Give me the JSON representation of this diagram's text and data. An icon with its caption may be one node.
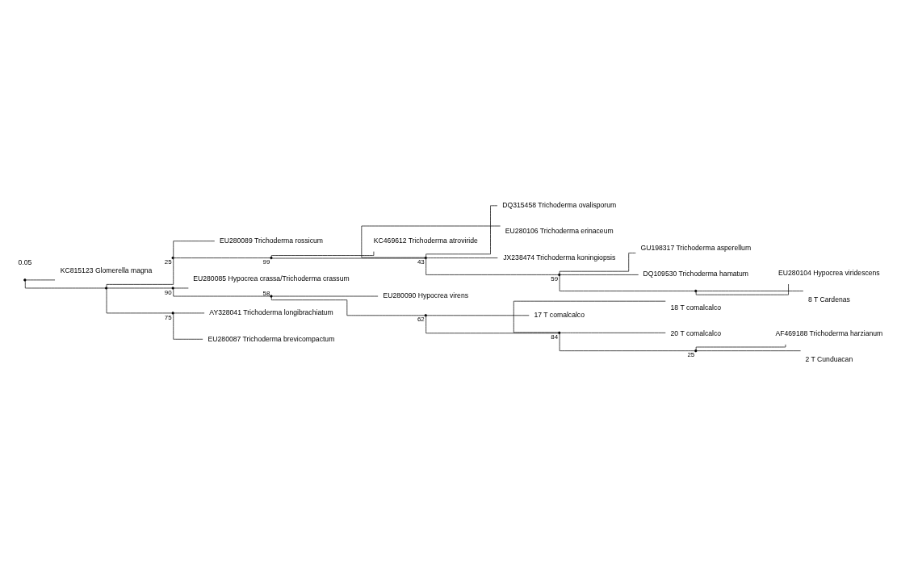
{
  "diagram": {
    "nodes": [
      {
        "text": [
          "DQ315458 Trichoderma ovalisporum"
        ]
      },
      {
        "text": [
          "EU280106 Trichoderma erinaceum"
        ]
      },
      {
        "text": [
          "JX238474 Trichoderma koningiopsis"
        ]
      },
      {
        "text": [
          "GU198317 Trichoderma asperellum"
        ]
      },
      {
        "text": [
          "DQ109530 Trichoderma hamatum"
        ]
      },
      {
        "text": [
          "EU280104 Hypocrea viridescens"
        ]
      },
      {
        "text": [
          "8 T Cardenas"
        ]
      },
      {
        "text": [
          "KC469612 Trichoderma atroviride"
        ]
      },
      {
        "text": [
          "EU280089 Trichoderma rossicum"
        ]
      },
      {
        "text": [
          "EU280085 Hypocrea crassa/Trichoderma crassum"
        ]
      },
      {
        "text": [
          "EU280090 Hypocrea virens"
        ]
      },
      {
        "text": [
          "17 T comalcalco"
        ]
      },
      {
        "text": [
          "AF469188 Trichoderma harzianum"
        ]
      },
      {
        "text": [
          "2 T Cunduacan"
        ]
      },
      {
        "text": [
          "18 T comalcalco"
        ]
      },
      {
        "text": [
          "20 T comalcalco"
        ]
      },
      {
        "text": [
          "AY328041 Trichoderma longibrachiatum"
        ]
      },
      {
        "text": [
          "EU280087 Trichoderma brevicompactum"
        ]
      },
      {
        "text": [
          "KC815123 Glomerella magna"
        ]
      },
      {
        "text": [],
        "shape": "point"
      },
      {
        "text": [],
        "shape": "point"
      },
      {
        "text": [],
        "shape": "point",
        "beside": [
          "25"
        ]
      },
      {
        "text": [],
        "shape": "point",
        "beside": [
          "99"
        ]
      },
      {
        "text": [],
        "shape": "point",
        "beside": [
          "43"
        ]
      },
      {
        "text": [],
        "shape": "point",
        "beside": [
          "59"
        ]
      },
      {
        "text": [],
        "shape": "point"
      },
      {
        "text": [],
        "shape": "point",
        "beside": [
          "90"
        ]
      },
      {
        "text": [],
        "shape": "point",
        "beside": [
          "58"
        ]
      },
      {
        "text": [],
        "shape": "point",
        "beside": [
          "62"
        ]
      },
      {
        "text": [],
        "shape": "point",
        "beside": [
          "84"
        ]
      },
      {
        "text": [],
        "shape": "point",
        "beside": [
          "25"
        ]
      },
      {
        "text": [],
        "shape": "point",
        "beside": [
          "75"
        ]
      }
    ],
    "edges": [
      {
        "from": 19,
        "to": 20,
        "arrow": "none"
      },
      {
        "from": 19,
        "to": 18,
        "arrow": "none"
      },
      {
        "from": 20,
        "to": 21,
        "arrow": "none"
      },
      {
        "from": 20,
        "to": 26,
        "arrow": "none"
      },
      {
        "from": 20,
        "to": 31,
        "arrow": "none"
      },
      {
        "from": 21,
        "to": 22,
        "arrow": "none"
      },
      {
        "from": 21,
        "to": 8,
        "arrow": "none"
      },
      {
        "from": 22,
        "to": 23,
        "arrow": "none"
      },
      {
        "from": 22,
        "to": 7,
        "arrow": "none"
      },
      {
        "from": 23,
        "to": 0,
        "arrow": "none"
      },
      {
        "from": 23,
        "to": 1,
        "arrow": "none"
      },
      {
        "from": 23,
        "to": 2,
        "arrow": "none"
      },
      {
        "from": 23,
        "to": 24,
        "arrow": "none"
      },
      {
        "from": 24,
        "to": 3,
        "arrow": "none"
      },
      {
        "from": 24,
        "to": 4,
        "arrow": "none"
      },
      {
        "from": 24,
        "to": 25,
        "arrow": "none"
      },
      {
        "from": 25,
        "to": 5,
        "arrow": "none"
      },
      {
        "from": 25,
        "to": 6,
        "arrow": "none"
      },
      {
        "from": 26,
        "to": 9,
        "arrow": "none"
      },
      {
        "from": 26,
        "to": 27,
        "arrow": "none"
      },
      {
        "from": 27,
        "to": 10,
        "arrow": "none"
      },
      {
        "from": 27,
        "to": 28,
        "arrow": "none"
      },
      {
        "from": 28,
        "to": 11,
        "arrow": "none"
      },
      {
        "from": 28,
        "to": 29,
        "arrow": "none"
      },
      {
        "from": 29,
        "to": 30,
        "arrow": "none"
      },
      {
        "from": 29,
        "to": 14,
        "arrow": "none"
      },
      {
        "from": 29,
        "to": 15,
        "arrow": "none"
      },
      {
        "from": 30,
        "to": 12,
        "arrow": "none"
      },
      {
        "from": 30,
        "to": 13,
        "arrow": "none"
      },
      {
        "from": 31,
        "to": 16,
        "arrow": "none"
      },
      {
        "from": 31,
        "to": 17,
        "arrow": "none"
      }
    ],
    "labels": [
      "0.05"
    ]
  }
}
